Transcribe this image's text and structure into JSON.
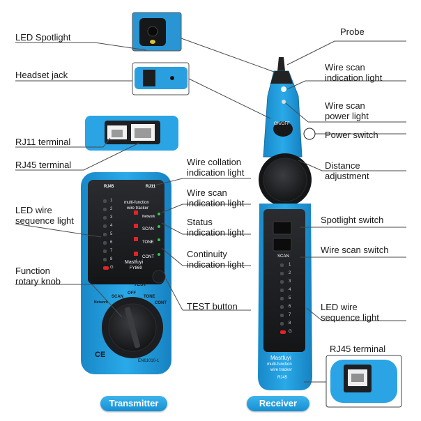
{
  "labels": {
    "led_spotlight": "LED Spotlight",
    "headset_jack": "Headset jack",
    "rj11_terminal": "RJ11 terminal",
    "rj45_terminal": "RJ45 terminal",
    "led_wire_seq_tx": [
      "LED wire",
      "sequence light"
    ],
    "function_knob": [
      "Function",
      "rotary knob"
    ],
    "wire_collation": [
      "Wire collation",
      "indication light"
    ],
    "wire_scan_tx": [
      "Wire scan",
      "indication light"
    ],
    "status_ind": [
      "Status",
      "indication light"
    ],
    "continuity_ind": [
      "Continuity",
      "indication light"
    ],
    "test_button": "TEST button",
    "probe": "Probe",
    "wire_scan_rx": [
      "Wire scan",
      "indication light"
    ],
    "wire_scan_power": [
      "Wire scan",
      "power light"
    ],
    "power_switch": "Power switch",
    "distance_adj": [
      "Distance",
      "adjustment"
    ],
    "spotlight_switch": "Spotlight switch",
    "wire_scan_switch": "Wire scan switch",
    "led_wire_seq_rx": [
      "LED wire",
      "sequence light"
    ],
    "rj45_terminal_rx": "RJ45 terminal"
  },
  "buttons": {
    "transmitter": "Transmitter",
    "receiver": "Receiver"
  },
  "transmitter": {
    "port_rj45": "RJ45",
    "port_rj11": "RJ11",
    "title_line1": "multi-function",
    "title_line2": "wire tracker",
    "mode_network": "Network",
    "mode_scan": "SCAN",
    "mode_tone": "TONE",
    "mode_cont": "CONT",
    "brand": "Mastfuyi",
    "model": "FY869",
    "test": "TEST",
    "knob_off": "OFF",
    "knob_scan": "SCAN",
    "knob_tone": "TONE",
    "knob_network": "Network",
    "knob_cont": "CONT",
    "ce": "CE",
    "standard": "EN61010-1",
    "leds": [
      "1",
      "2",
      "3",
      "4",
      "5",
      "6",
      "7",
      "8",
      "G"
    ]
  },
  "receiver": {
    "onoff": "ON/OFF",
    "scan": "SCAN",
    "brand": "Mastfuyi",
    "title_line1": "multi-function",
    "title_line2": "wire tracker",
    "port": "RJ45",
    "leds": [
      "1",
      "2",
      "3",
      "4",
      "5",
      "6",
      "7",
      "8",
      "G"
    ]
  },
  "colors": {
    "device_blue": "#1c9bdc",
    "device_dark": "#1d1f22",
    "leader_line": "#4a4a4a",
    "led_red": "#e0242a",
    "led_green": "#37c24b"
  }
}
